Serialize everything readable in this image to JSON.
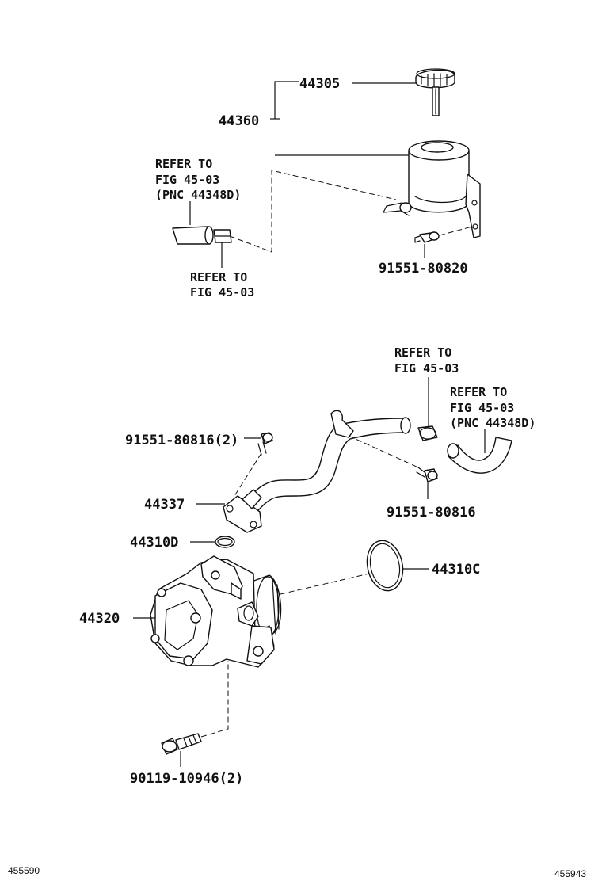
{
  "labels": {
    "p44305": "44305",
    "p44360": "44360",
    "ref1_l1": "REFER TO",
    "ref1_l2": "FIG 45-03",
    "ref1_l3": "(PNC 44348D)",
    "ref2_l1": "REFER TO",
    "ref2_l2": "FIG 45-03",
    "p91551_80820": "91551-80820",
    "ref3_l1": "REFER TO",
    "ref3_l2": "FIG 45-03",
    "ref4_l1": "REFER TO",
    "ref4_l2": "FIG 45-03",
    "ref4_l3": "(PNC 44348D)",
    "p91551_80816_2": "91551-80816(2)",
    "p44337": "44337",
    "p91551_80816": "91551-80816",
    "p44310D": "44310D",
    "p44310C": "44310C",
    "p44320": "44320",
    "p90119_10946_2": "90119-10946(2)"
  },
  "footer": {
    "left_code": "455590",
    "right_code": "455943"
  }
}
